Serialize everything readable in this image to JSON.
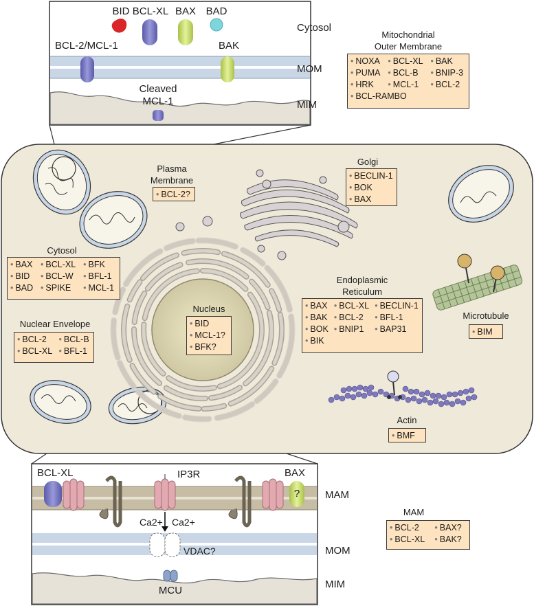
{
  "top_inset": {
    "proteins": [
      "BID",
      "BCL-XL",
      "BAX",
      "BAD"
    ],
    "bcl2_mcl1": "BCL-2/MCL-1",
    "bak": "BAK",
    "cleaved": "Cleaved",
    "mcl1": "MCL-1",
    "cytosol": "Cytosol",
    "mom": "MOM",
    "mim": "MIM"
  },
  "mom_panel": {
    "title_line1": "Mitochondrial",
    "title_line2": "Outer Membrane",
    "items": [
      "NOXA",
      "BCL-XL",
      "BAK",
      "PUMA",
      "BCL-B",
      "BNIP-3",
      "HRK",
      "MCL-1",
      "BCL-2",
      "BCL-RAMBO"
    ]
  },
  "plasma_membrane": {
    "title_line1": "Plasma",
    "title_line2": "Membrane",
    "items": [
      "BCL-2?"
    ]
  },
  "golgi": {
    "title": "Golgi",
    "items": [
      "BECLIN-1",
      "BOK",
      "BAX"
    ]
  },
  "cytosol_panel": {
    "title": "Cytosol",
    "items": [
      "BAX",
      "BCL-XL",
      "BFK",
      "BID",
      "BCL-W",
      "BFL-1",
      "BAD",
      "SPIKE",
      "MCL-1"
    ]
  },
  "er": {
    "title_line1": "Endoplasmic",
    "title_line2": "Reticulum",
    "items": [
      "BAX",
      "BCL-XL",
      "BECLIN-1",
      "BAK",
      "BCL-2",
      "BFL-1",
      "BOK",
      "BNIP1",
      "BAP31",
      "BIK"
    ]
  },
  "nucleus": {
    "title": "Nucleus",
    "items": [
      "BID",
      "MCL-1?",
      "BFK?"
    ]
  },
  "nuclear_envelope": {
    "title": "Nuclear Envelope",
    "items": [
      "BCL-2",
      "BCL-B",
      "BCL-XL",
      "BFL-1"
    ]
  },
  "microtubule": {
    "title": "Microtubule",
    "items": [
      "BIM"
    ]
  },
  "actin": {
    "title": "Actin",
    "items": [
      "BMF"
    ]
  },
  "bottom_inset": {
    "bclxl": "BCL-XL",
    "ip3r": "IP3R",
    "bax": "BAX",
    "question": "?",
    "ca_left": "Ca2+",
    "ca_right": "Ca2+",
    "vdac": "VDAC?",
    "mcu": "MCU",
    "mam": "MAM",
    "mom": "MOM",
    "mim": "MIM"
  },
  "mam_panel": {
    "title": "MAM",
    "items": [
      "BCL-2",
      "BAX?",
      "BCL-XL",
      "BAK?"
    ]
  },
  "colors": {
    "label_box": "#fde3bf",
    "cell": "#efe9da",
    "membrane_blue": "#c9d6e6",
    "bid": "#d9262b",
    "bclxl": "#6f6fc0",
    "bax": "#c8de6a",
    "bad": "#7fd5dc",
    "ip3r": "#e2a9b1",
    "actin": "#7d79bb",
    "microtubule": "#b4c59a"
  }
}
